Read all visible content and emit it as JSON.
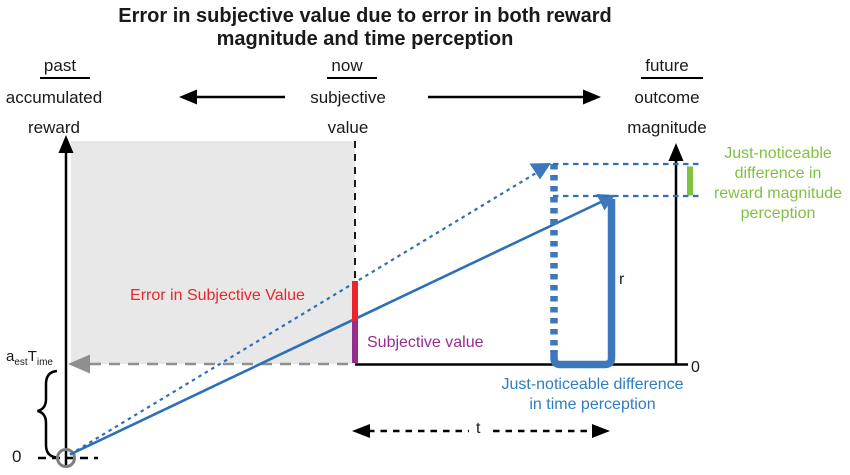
{
  "title": {
    "line1": "Error in subjective value due to error in both reward",
    "line2": "magnitude and time perception"
  },
  "timeline": {
    "past": "past",
    "now": "now",
    "future": "future",
    "left_axis_label": {
      "line1": "accumulated",
      "line2": "reward"
    },
    "center_label": {
      "line1": "subjective",
      "line2": "value"
    },
    "right_axis_label": {
      "line1": "outcome",
      "line2": "magnitude"
    }
  },
  "annotations": {
    "error_subjective_value": "Error in Subjective Value",
    "subjective_value": "Subjective value",
    "jnd_time": {
      "line1": "Just-noticeable difference",
      "line2": "in time perception"
    },
    "jnd_reward": {
      "line1": "Just-noticeable",
      "line2": "difference in",
      "line3": "reward magnitude",
      "line4": "perception"
    },
    "r_label": "r",
    "t_label": "t",
    "origin_zero": "0",
    "axis_zero": "0",
    "aest_time": {
      "base1": "a",
      "sub1": "est",
      "base2": "T",
      "sub2": "ime"
    }
  },
  "colors": {
    "blue_line": "#2e6fb7",
    "blue_thick": "#3d78bc",
    "blue_text": "#2e7dc4",
    "red": "#e8262b",
    "purple": "#952d90",
    "green": "#7fc241",
    "gray_fill": "#e8e8e8",
    "gray_line": "#8f8f8f",
    "black": "#1a1a1a"
  }
}
